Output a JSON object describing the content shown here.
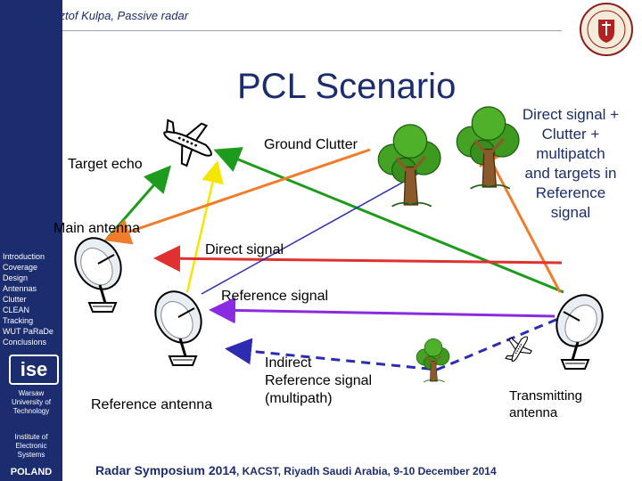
{
  "header": {
    "author": "Krzysztof Kulpa, Passive radar"
  },
  "title": "PCL Scenario",
  "sidebar": {
    "items": [
      "Introduction",
      "Coverage",
      "Design",
      "Antennas",
      "Clutter",
      "CLEAN",
      "Tracking",
      "WUT PaRaDe",
      "Conclusions"
    ],
    "logo_text": "ise",
    "university": [
      "Warsaw",
      "University of",
      "Technology"
    ],
    "institute": [
      "Institute of",
      "Electronic",
      "Systems"
    ],
    "country": "POLAND"
  },
  "labels": {
    "target_echo": "Target echo",
    "ground_clutter": "Ground Clutter",
    "main_antenna": "Main antenna",
    "direct_signal": "Direct signal",
    "reference_signal": "Reference signal",
    "indirect_reference": [
      "Indirect",
      "Reference signal",
      "(multipath)"
    ],
    "reference_antenna": "Reference antenna",
    "transmitting_antenna": [
      "Transmitting",
      "antenna"
    ]
  },
  "side_note": [
    "Direct signal +",
    "Clutter +",
    "multipatch",
    "and targets in",
    "Reference",
    "signal"
  ],
  "footer": {
    "event": "Radar Symposium 2014",
    "venue": ", KACST, Riyadh  Saudi Arabia,  9-10 December 2014"
  },
  "colors": {
    "sidebar": "#1b2d6e",
    "green_path": "#1c9b1c",
    "yellow_path": "#f5e600",
    "orange_path": "#f07d2c",
    "red_path": "#e03030",
    "purple_path": "#8a2be2",
    "blue_path": "#2c2cb0"
  },
  "icons": [
    "airplane-icon",
    "tree-icon",
    "dish-antenna-icon",
    "university-seal-icon"
  ]
}
